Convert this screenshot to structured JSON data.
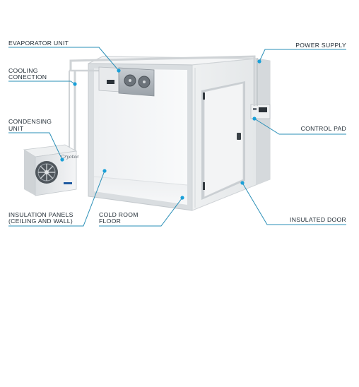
{
  "labels": {
    "evaporator": "EVAPORATOR UNIT",
    "cooling_1": "COOLING",
    "cooling_2": "CONECTION",
    "condensing_1": "CONDENSING",
    "condensing_2": "UNIT",
    "insulation_1": "INSULATION PANELS",
    "insulation_2": "(CEILING AND WALL)",
    "floor_1": "COLD ROOM",
    "floor_2": "FLOOR",
    "power": "POWER SUPPLY",
    "control": "CONTROL PAD",
    "door": "INSULATED DOOR"
  },
  "condenser_logo": "Cryotec",
  "colors": {
    "callout_line": "#2a8fb7",
    "callout_dot": "#1aa0d8",
    "panel_frame": "#cfd3d6",
    "label_text": "#1f2a33"
  }
}
